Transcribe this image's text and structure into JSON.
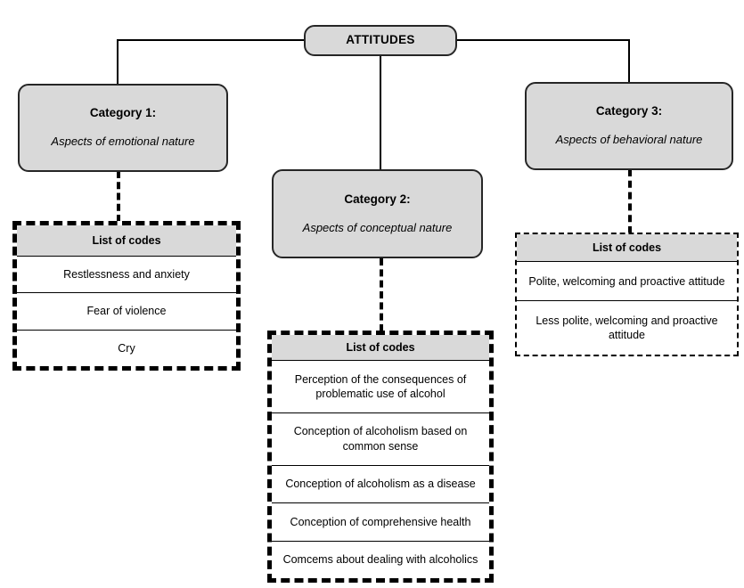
{
  "diagram": {
    "root": {
      "label": "ATTITUDES"
    },
    "branches": [
      {
        "title": "Category 1:",
        "subtitle": "Aspects of emotional nature",
        "list_header": "List of codes",
        "codes": [
          "Restlessness and anxiety",
          "Fear of violence",
          "Cry"
        ]
      },
      {
        "title": "Category 2:",
        "subtitle": "Aspects of conceptual nature",
        "list_header": "List of codes",
        "codes": [
          "Perception of the consequences of problematic use of alcohol",
          "Conception of alcoholism based on common sense",
          "Conception of alcoholism as a disease",
          "Conception of comprehensive health",
          "Comcems about dealing with alcoholics"
        ]
      },
      {
        "title": "Category 3:",
        "subtitle": "Aspects of behavioral nature",
        "list_header": "List of codes",
        "codes": [
          "Polite, welcoming and proactive attitude",
          "Less polite, welcoming and proactive attitude"
        ]
      }
    ],
    "colors": {
      "node_fill": "#d9d9d9",
      "node_border": "#262626",
      "header_fill": "#d9d9d9",
      "line": "#000000",
      "page_background": "#ffffff"
    }
  }
}
